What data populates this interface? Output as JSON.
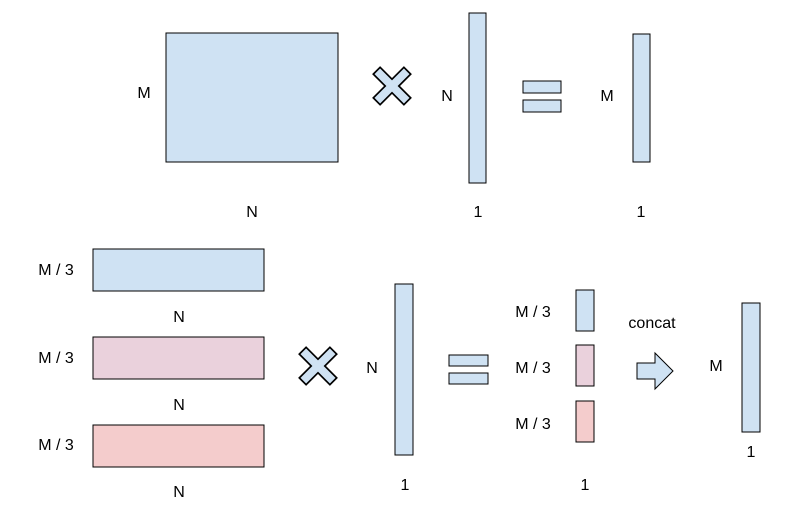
{
  "labels": {
    "m": "M",
    "n": "N",
    "one": "1",
    "m_third": "M / 3",
    "concat": "concat"
  },
  "colors": {
    "blue": "#cfe2f3",
    "pink": "#ead1dc",
    "red": "#f4cccc",
    "stroke": "#000000"
  },
  "icons": [
    "multiply-icon",
    "equals-icon",
    "arrow-right-icon"
  ]
}
